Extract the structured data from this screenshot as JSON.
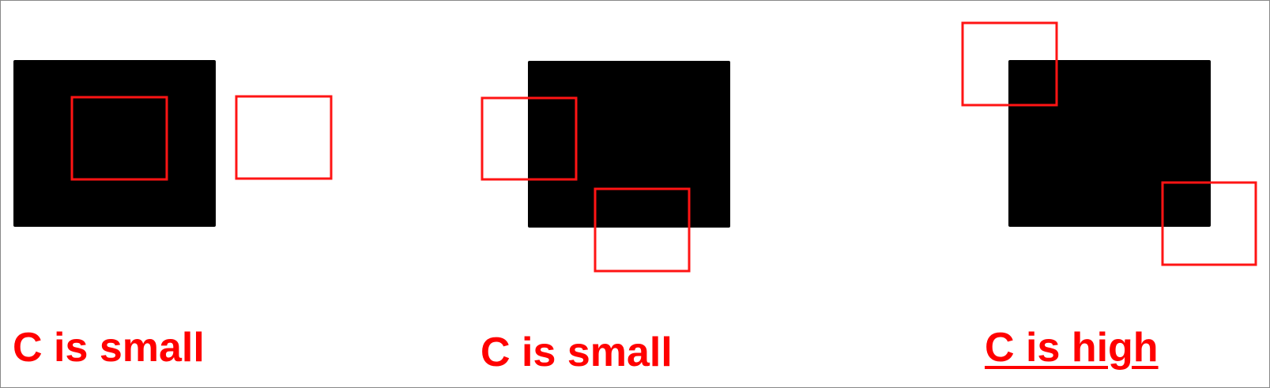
{
  "colors": {
    "region_fill": "#000000",
    "window_stroke": "#ff1414",
    "caption_text": "#ff0000",
    "background": "#ffffff",
    "border": "#888888"
  },
  "panels": [
    {
      "caption": "C is small",
      "caption_underlined": false,
      "windows": [
        "window-inside-region",
        "window-outside-region"
      ]
    },
    {
      "caption": "C is small",
      "caption_underlined": false,
      "windows": [
        "window-on-left-edge",
        "window-on-bottom-edge"
      ]
    },
    {
      "caption": "C is high",
      "caption_underlined": true,
      "windows": [
        "window-on-top-left-corner",
        "window-on-bottom-right-corner"
      ]
    }
  ]
}
